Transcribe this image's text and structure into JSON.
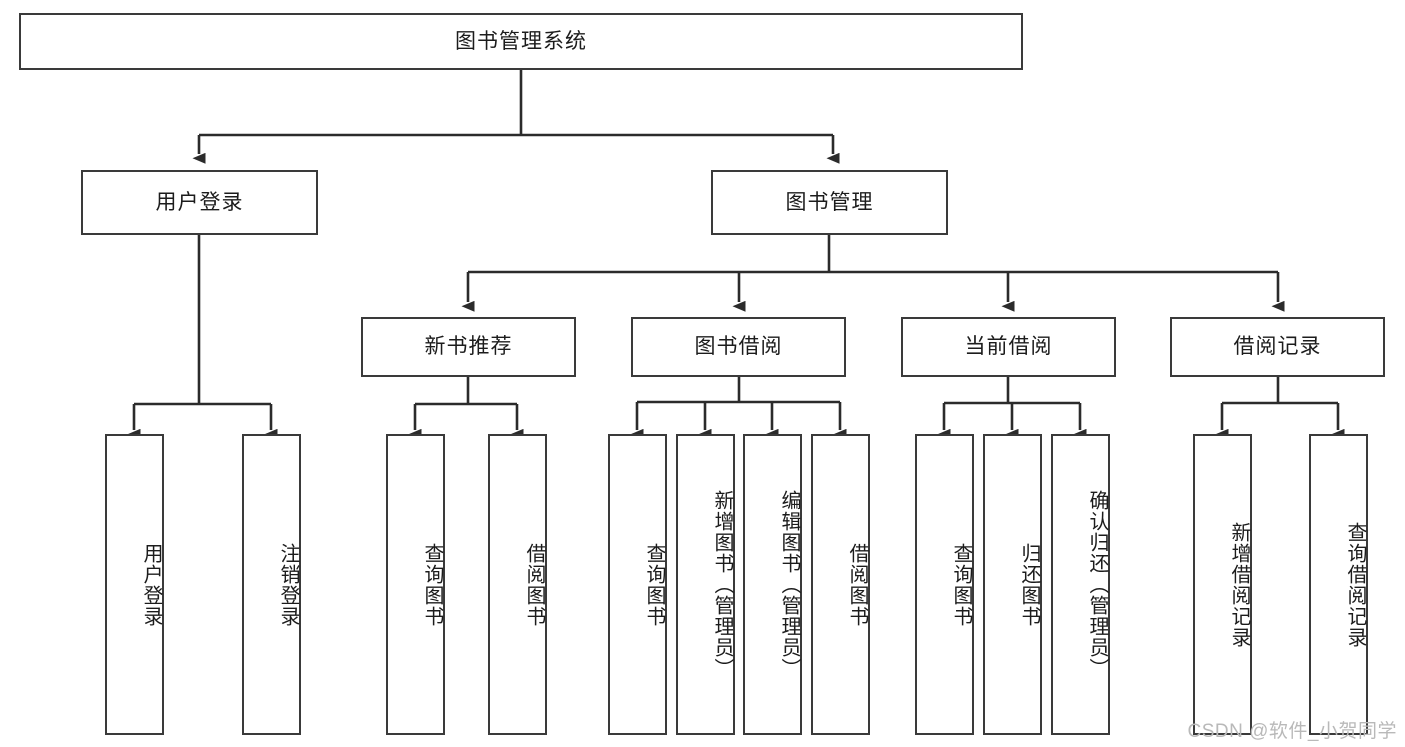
{
  "diagram": {
    "title": "图书管理系统",
    "type": "tree-hierarchy-diagram",
    "colors": {
      "box_border": "#3a3a3a",
      "box_fill": "#ffffff",
      "connector": "#2b2b2b",
      "text": "#1c1c1c",
      "watermark": "#b9b9b9",
      "background": "#ffffff"
    }
  },
  "nodes": {
    "root": {
      "label": "图书管理系统"
    },
    "level2": [
      {
        "label": "用户登录"
      },
      {
        "label": "图书管理"
      }
    ],
    "level3": [
      {
        "label": "新书推荐"
      },
      {
        "label": "图书借阅"
      },
      {
        "label": "当前借阅"
      },
      {
        "label": "借阅记录"
      }
    ],
    "leaves": {
      "user_login": [
        {
          "label": "用户登录"
        },
        {
          "label": "注销登录"
        }
      ],
      "new_book_recommend": [
        {
          "label": "查询图书"
        },
        {
          "label": "借阅图书"
        }
      ],
      "book_borrow": [
        {
          "label": "查询图书"
        },
        {
          "label": "新增图书（管理员）"
        },
        {
          "label": "编辑图书（管理员）"
        },
        {
          "label": "借阅图书"
        }
      ],
      "current_borrow": [
        {
          "label": "查询图书"
        },
        {
          "label": "归还图书"
        },
        {
          "label": "确认归还（管理员）"
        }
      ],
      "borrow_record": [
        {
          "label": "新增借阅记录"
        },
        {
          "label": "查询借阅记录"
        }
      ]
    }
  },
  "watermark": {
    "text": "CSDN @软件_小贺同学"
  }
}
